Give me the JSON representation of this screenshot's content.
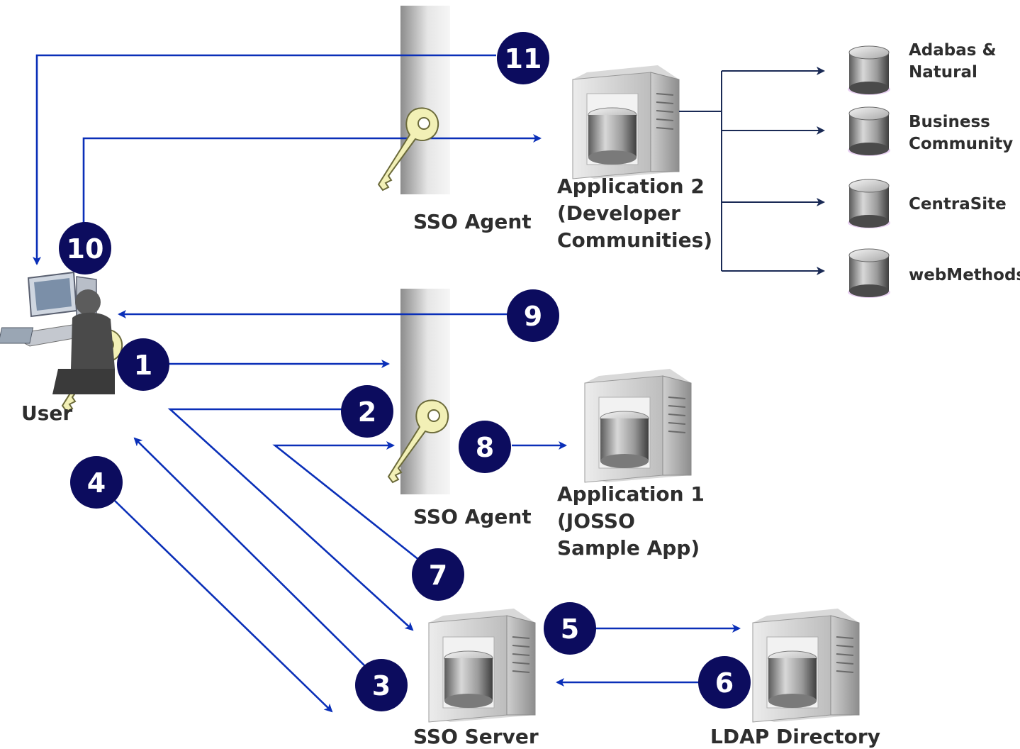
{
  "agents": {
    "top_label": "SSO Agent",
    "bottom_label": "SSO Agent"
  },
  "user": {
    "label": "User"
  },
  "app2": {
    "line1": "Application 2",
    "line2": "(Developer",
    "line3": "Communities)"
  },
  "app1": {
    "line1": "Application 1",
    "line2": "(JOSSO",
    "line3": "Sample App)"
  },
  "sso_server": {
    "label": "SSO Server"
  },
  "ldap": {
    "label": "LDAP Directory"
  },
  "databases": [
    {
      "line1": "Adabas &",
      "line2": "Natural"
    },
    {
      "line1": "Business",
      "line2": "Community"
    },
    {
      "line1": "CentraSite",
      "line2": ""
    },
    {
      "line1": "webMethods",
      "line2": ""
    }
  ],
  "steps": [
    "1",
    "2",
    "3",
    "4",
    "5",
    "6",
    "7",
    "8",
    "9",
    "10",
    "11"
  ],
  "colors": {
    "flow": "#0a2fb8",
    "badge": "#0c0c5e",
    "label": "#2e2e2e",
    "key": "#f2f0b6"
  },
  "icons": [
    "firewall-icon",
    "key-icon",
    "server-icon",
    "database-icon",
    "user-workstation-icon"
  ]
}
